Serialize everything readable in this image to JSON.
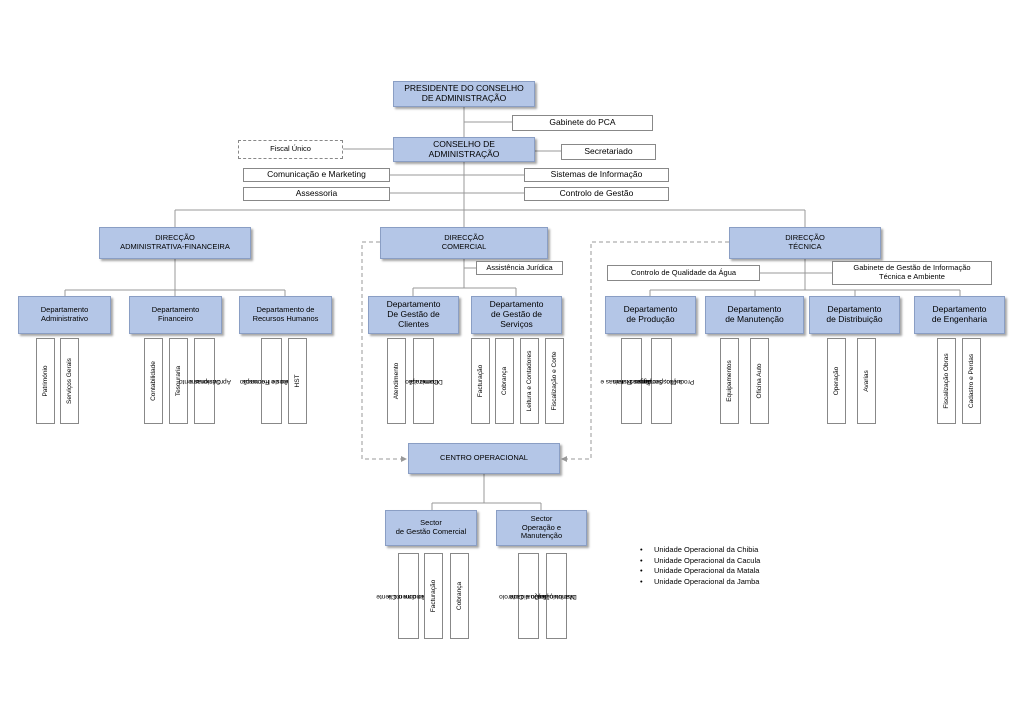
{
  "presidente": {
    "line1": "PRESIDENTE DO CONSELHO",
    "line2": "DE ADMINISTRAÇÃO"
  },
  "gabinete_pca": "Gabinete do PCA",
  "conselho": {
    "line1": "CONSELHO DE",
    "line2": "ADMINISTRAÇÃO"
  },
  "fiscal_unico": "Fiscal Único",
  "secretariado": "Secretariado",
  "comunicacao_marketing": "Comunicação e Marketing",
  "sistemas_informacao": "Sistemas de Informação",
  "assessoria": "Assessoria",
  "controlo_gestao": "Controlo de Gestão",
  "dir_adm": {
    "line1": "DIRECÇÃO",
    "line2": "ADMINISTRATIVA-FINANCEIRA"
  },
  "dir_com": {
    "line1": "DIRECÇÃO",
    "line2": "COMERCIAL"
  },
  "dir_tec": {
    "line1": "DIRECÇÃO",
    "line2": "TÉCNICA"
  },
  "assistencia_juridica": "Assistência Jurídica",
  "controlo_qualidade": "Controlo de Qualidade da Água",
  "gabinete_gestao_info": {
    "line1": "Gabinete de Gestão de Informação",
    "line2": "Técnica e Ambiente"
  },
  "departments": {
    "administrativo": {
      "line1": "Departamento",
      "line2": "Administrativo",
      "sub": {
        "a": "Património",
        "b": "Serviços Gerais"
      }
    },
    "financeiro": {
      "line1": "Departamento",
      "line2": "Financeiro",
      "sub": {
        "a": "Contabilidade",
        "b": "Tesouraria",
        "c1": "Compras e",
        "c2": "Aprovisionamento"
      }
    },
    "rh": {
      "line1": "Departamento de",
      "line2": "Recursos Humanos",
      "sub": {
        "a1": "Gestão de Recursos",
        "a2": "Humanos e Formação",
        "b": "HST"
      }
    },
    "clientes": {
      "line1": "Departamento",
      "line2": "De Gestão de",
      "line3": "Clientes",
      "sub": {
        "a": "Atendimento",
        "b1": "Dinamização",
        "b2": "Comercial"
      }
    },
    "servicos": {
      "line1": "Departamento",
      "line2": "de Gestão de",
      "line3": "Serviços",
      "sub": {
        "a": "Facturação",
        "b": "Cobrança",
        "c": "Leitura e Contadores",
        "d": "Fiscalização e Corte"
      }
    },
    "producao": {
      "line1": "Departamento",
      "line2": "de Produção",
      "sub": {
        "a1": "Pequenos Sistemas e",
        "a2": "Águas Rurais",
        "b1": "Produção, Sondagens",
        "b2": "e Prospecção"
      }
    },
    "manutencao": {
      "line1": "Departamento",
      "line2": "de Manutenção",
      "sub": {
        "a": "Equipamentos",
        "b": "Oficina Auto"
      }
    },
    "distribuicao": {
      "line1": "Departamento",
      "line2": "de Distribuição",
      "sub": {
        "a": "Operação",
        "b": "Avarias"
      }
    },
    "engenharia": {
      "line1": "Departamento",
      "line2": "de Engenharia",
      "sub": {
        "a": "Fiscalização Obras",
        "b": "Cadastro e Perdas"
      }
    }
  },
  "centro_operacional": "CENTRO OPERACIONAL",
  "sector_comercial": {
    "line1": "Sector",
    "line2": "de Gestão Comercial",
    "sub": {
      "a1": "Atendimento e",
      "a2": "Relação com o Cliente",
      "b": "Facturação",
      "c": "Cobrança"
    }
  },
  "sector_operacao": {
    "line1": "Sector",
    "line2": "Operação e",
    "line3": "Manutenção",
    "sub": {
      "a1": "Produção e Controlo",
      "a2": "da Qualidade",
      "b1": "Distribuição e",
      "b2": "Manutenção"
    }
  },
  "unidades": [
    "Unidade Operacional da Chibia",
    "Unidade Operacional da Cacula",
    "Unidade Operacional da Matala",
    "Unidade Operacional da Jamba"
  ],
  "colors": {
    "box_fill": "#b4c6e7",
    "line": "#999999"
  }
}
